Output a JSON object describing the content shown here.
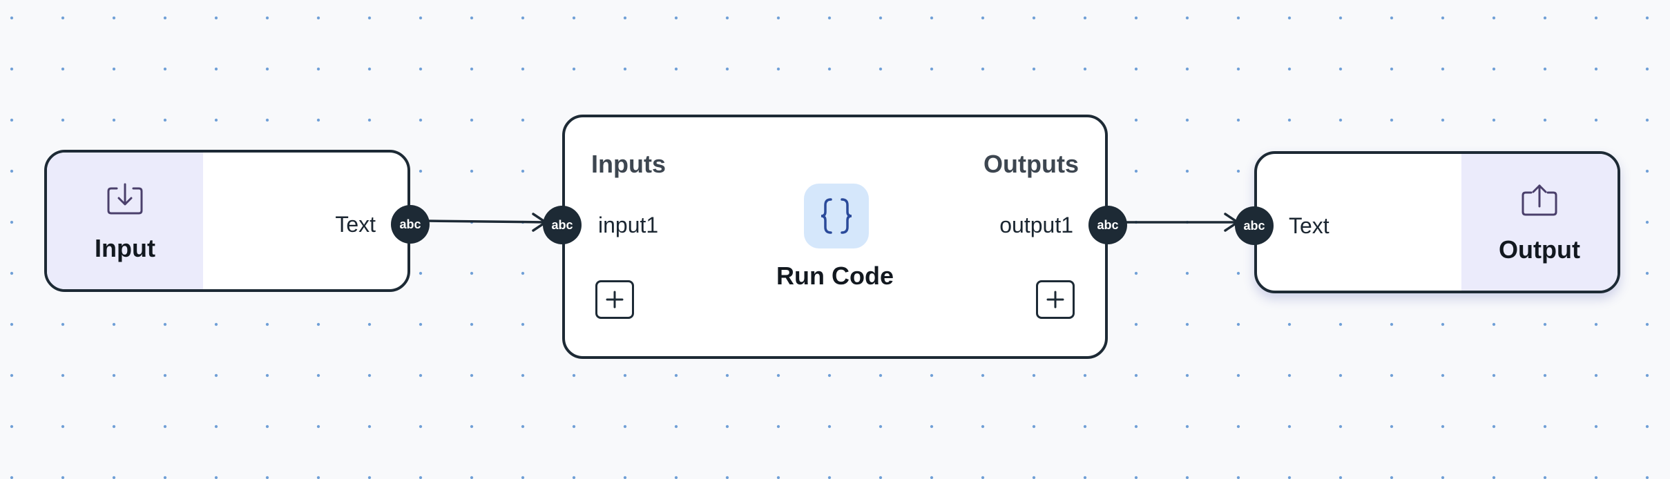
{
  "canvas": {
    "dot_color": "#6f9fd6",
    "background_color": "#f8f9fb"
  },
  "nodes": {
    "input": {
      "title": "Input",
      "icon": "import-icon",
      "panel_color": "#ebebfb",
      "output_port": {
        "label": "Text",
        "type": "abc"
      }
    },
    "code": {
      "title": "Run Code",
      "icon": "curly-braces-icon",
      "icon_tile_color": "#d5e7fb",
      "inputs_heading": "Inputs",
      "outputs_heading": "Outputs",
      "input_port": {
        "label": "input1",
        "type": "abc"
      },
      "output_port": {
        "label": "output1",
        "type": "abc"
      },
      "add_input_icon": "plus-icon",
      "add_output_icon": "plus-icon"
    },
    "output": {
      "title": "Output",
      "icon": "export-icon",
      "panel_color": "#ebebfb",
      "input_port": {
        "label": "Text",
        "type": "abc"
      }
    }
  },
  "edges": [
    {
      "from": "Input.Text",
      "to": "Run Code.input1"
    },
    {
      "from": "Run Code.output1",
      "to": "Output.Text"
    }
  ]
}
